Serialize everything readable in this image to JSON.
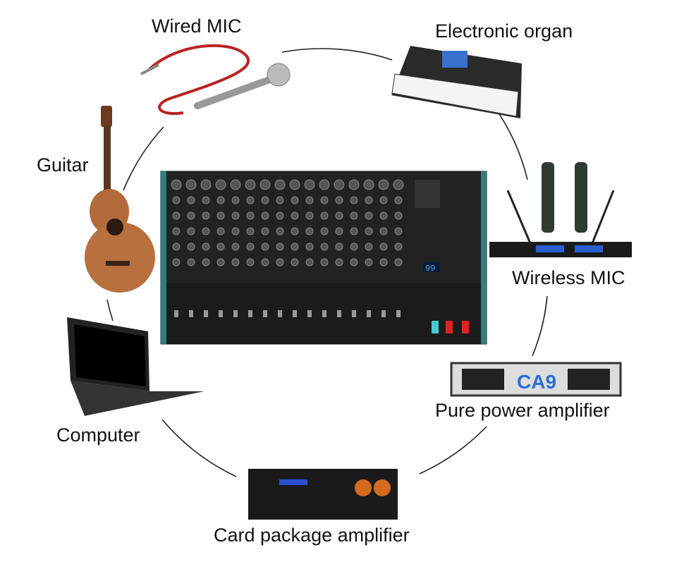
{
  "title": "Mixer connection diagram",
  "devices": {
    "wired_mic": "Wired MIC",
    "electronic_organ": "Electronic organ",
    "guitar": "Guitar",
    "wireless_mic": "Wireless MIC",
    "pure_power_amplifier": "Pure power amplifier",
    "computer": "Computer",
    "card_package_amplifier": "Card package amplifier"
  },
  "amp_brand": "CA9",
  "mixer_display": "99"
}
